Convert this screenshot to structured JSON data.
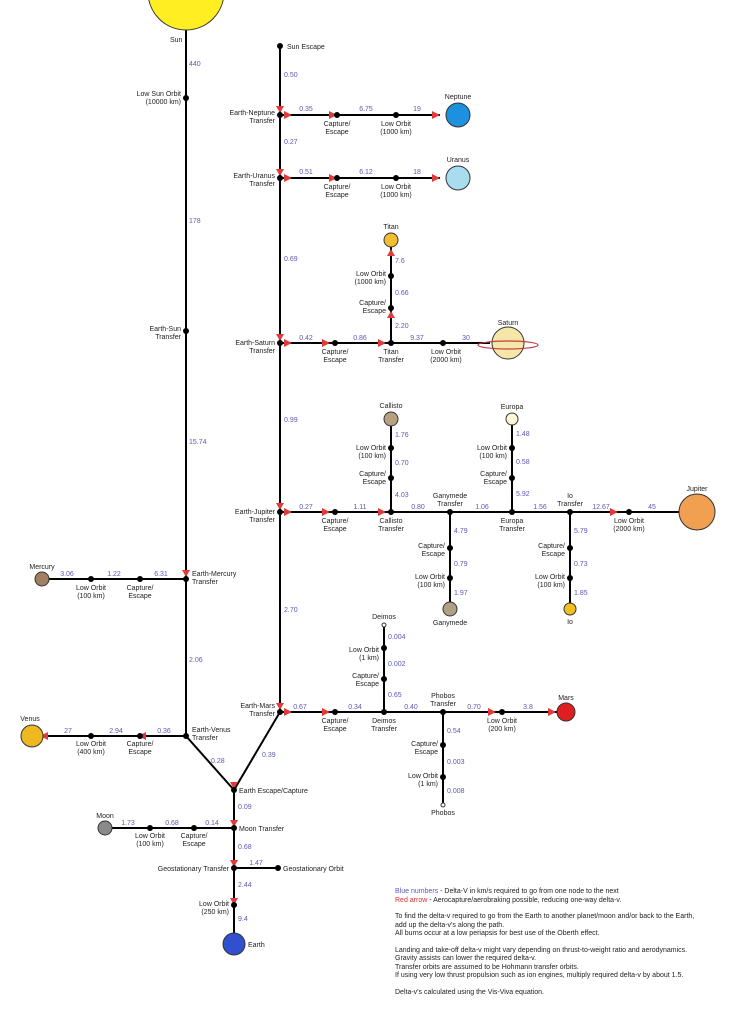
{
  "colors": {
    "dv": "#5a5ab8",
    "arrow": "#e03a3a",
    "edge": "#000000"
  },
  "bodies": {
    "sun": {
      "label": "Sun",
      "color": "#ffee22"
    },
    "neptune": {
      "label": "Neptune",
      "color": "#1e90e0"
    },
    "uranus": {
      "label": "Uranus",
      "color": "#a8dcee"
    },
    "titan": {
      "label": "Titan",
      "color": "#f0c030"
    },
    "saturn": {
      "label": "Saturn",
      "color": "#f6e6a8"
    },
    "callisto": {
      "label": "Callisto",
      "color": "#b8a080"
    },
    "europa": {
      "label": "Europa",
      "color": "#fff8d8"
    },
    "jupiter": {
      "label": "Jupiter",
      "color": "#f0a050"
    },
    "ganymede": {
      "label": "Ganymede",
      "color": "#b0a088"
    },
    "io": {
      "label": "Io",
      "color": "#f0c020"
    },
    "mercury": {
      "label": "Mercury",
      "color": "#a08060"
    },
    "deimos": {
      "label": "Deimos"
    },
    "mars": {
      "label": "Mars",
      "color": "#e02020"
    },
    "venus": {
      "label": "Venus",
      "color": "#f0b820"
    },
    "phobos": {
      "label": "Phobos"
    },
    "moon": {
      "label": "Moon",
      "color": "#8a8a8a"
    },
    "earth": {
      "label": "Earth",
      "color": "#3050d0"
    }
  },
  "labels": {
    "sun_escape": "Sun Escape",
    "low_sun_orbit": [
      "Low Sun Orbit",
      "(10000 km)"
    ],
    "earth_neptune": [
      "Earth-Neptune",
      "Transfer"
    ],
    "nep_capture": [
      "Capture/",
      "Escape"
    ],
    "nep_low": [
      "Low Orbit",
      "(1000 km)"
    ],
    "earth_uranus": [
      "Earth-Uranus",
      "Transfer"
    ],
    "ura_capture": [
      "Capture/",
      "Escape"
    ],
    "ura_low": [
      "Low Orbit",
      "(1000 km)"
    ],
    "titan_low": [
      "Low Orbit",
      "(1000 km)"
    ],
    "titan_capture": [
      "Capture/",
      "Escape"
    ],
    "earth_sun": [
      "Earth-Sun",
      "Transfer"
    ],
    "earth_saturn": [
      "Earth-Saturn",
      "Transfer"
    ],
    "sat_capture": [
      "Capture/",
      "Escape"
    ],
    "titan_transfer": [
      "Titan",
      "Transfer"
    ],
    "sat_low": [
      "Low Orbit",
      "(2000 km)"
    ],
    "cal_low": [
      "Low Orbit",
      "(100 km)"
    ],
    "cal_capture": [
      "Capture/",
      "Escape"
    ],
    "eur_low": [
      "Low Orbit",
      "(100 km)"
    ],
    "eur_capture": [
      "Capture/",
      "Escape"
    ],
    "earth_jupiter": [
      "Earth-Jupiter",
      "Transfer"
    ],
    "jup_capture": [
      "Capture/",
      "Escape"
    ],
    "callisto_transfer": [
      "Callisto",
      "Transfer"
    ],
    "ganymede_transfer": [
      "Ganymede",
      "Transfer"
    ],
    "europa_transfer": [
      "Europa",
      "Transfer"
    ],
    "io_transfer": [
      "Io",
      "Transfer"
    ],
    "jup_low": [
      "Low Orbit",
      "(2000 km)"
    ],
    "gan_capture": [
      "Capture/",
      "Escape"
    ],
    "gan_low": [
      "Low Orbit",
      "(100 km)"
    ],
    "io_capture": [
      "Capture/",
      "Escape"
    ],
    "io_low": [
      "Low Orbit",
      "(100 km)"
    ],
    "mer_low": [
      "Low Orbit",
      "(100 km)"
    ],
    "mer_capture": [
      "Capture/",
      "Escape"
    ],
    "earth_mercury": [
      "Earth-Mercury",
      "Transfer"
    ],
    "dei_low": [
      "Low Orbit",
      "(1 km)"
    ],
    "dei_capture": [
      "Capture/",
      "Escape"
    ],
    "earth_mars": [
      "Earth-Mars",
      "Transfer"
    ],
    "mars_capture": [
      "Capture/",
      "Escape"
    ],
    "deimos_transfer": [
      "Deimos",
      "Transfer"
    ],
    "phobos_transfer": [
      "Phobos",
      "Transfer"
    ],
    "mars_low": [
      "Low Orbit",
      "(200 km)"
    ],
    "ven_low": [
      "Low Orbit",
      "(400 km)"
    ],
    "ven_capture": [
      "Capture/",
      "Escape"
    ],
    "earth_venus": [
      "Earth-Venus",
      "Transfer"
    ],
    "pho_capture": [
      "Capture/",
      "Escape"
    ],
    "pho_low": [
      "Low Orbit",
      "(1 km)"
    ],
    "earth_escape": "Earth Escape/Capture",
    "moon_low": [
      "Low Orbit",
      "(100 km)"
    ],
    "moon_capture": [
      "Capture/",
      "Escape"
    ],
    "moon_transfer": "Moon Transfer",
    "geo_transfer": "Geostationary Transfer",
    "geo_orbit": "Geostationary Orbit",
    "earth_low": [
      "Low Orbit",
      "(250 km)"
    ]
  },
  "dv": {
    "sun_low": "440",
    "low_sun": "178",
    "sun_merc": "15.74",
    "sunesc_nep": "0.50",
    "nep_ura": "0.27",
    "ura_sat": "0.69",
    "sat_jup": "0.99",
    "jup_mars": "2.70",
    "nep_1": "0.35",
    "nep_2": "6.75",
    "nep_3": "19",
    "ura_1": "0.51",
    "ura_2": "6.12",
    "ura_3": "18",
    "tit_1": "7.6",
    "tit_2": "0.66",
    "tit_3": "2.20",
    "sat_1": "0.42",
    "sat_2": "0.86",
    "sat_3": "9.37",
    "sat_4": "30",
    "cal_1": "1.76",
    "cal_2": "0.70",
    "cal_3": "4.03",
    "eur_1": "1.48",
    "eur_2": "0.58",
    "eur_3": "5.92",
    "jup_1": "0.27",
    "jup_2": "1.11",
    "jup_3": "0.80",
    "jup_4": "1.06",
    "jup_5": "1.56",
    "jup_6": "12.67",
    "jup_7": "45",
    "gan_1": "4.79",
    "gan_2": "0.79",
    "gan_3": "1.97",
    "io_1": "5.79",
    "io_2": "0.73",
    "io_3": "1.85",
    "mer_1": "3.06",
    "mer_2": "1.22",
    "mer_3": "6.31",
    "merc_ven": "2.06",
    "dei_1": "0.004",
    "dei_2": "0.002",
    "dei_3": "0.65",
    "mars_1": "0.67",
    "mars_2": "0.34",
    "mars_3": "0.40",
    "mars_4": "0.70",
    "mars_5": "3.8",
    "pho_1": "0.54",
    "pho_2": "0.003",
    "pho_3": "0.008",
    "ven_1": "27",
    "ven_2": "2.94",
    "ven_3": "0.36",
    "ven_esc": "0.28",
    "mars_esc": "0.39",
    "esc_moon": "0.09",
    "moon_1": "1.73",
    "moon_2": "0.68",
    "moon_3": "0.14",
    "moon_geo": "0.68",
    "geo_orbit": "1.47",
    "geo_low": "2.44",
    "low_earth": "9.4"
  },
  "legend": {
    "blue_label": "Blue numbers",
    "blue_text": " - Delta-V in km/s required to go from one node to the next",
    "red_label": "Red arrow",
    "red_text": " - Aerocapture/aerobraking possible, reducing one-way delta-v.",
    "p2_1": "To find the delta-v required to go from the Earth to another planet/moon and/or back to the Earth,",
    "p2_2": "add up the delta-v's along the path.",
    "p2_3": "All burns occur at a low periapsis for best use of the Oberth effect.",
    "p3_1": "Landing and take-off delta-v might vary depending on thrust-to-weight ratio and aerodynamics.",
    "p3_2": "Gravity assists can lower the required delta-v.",
    "p3_3": "Transfer orbits are assumed to be Hohmann transfer orbits.",
    "p3_4": "If using very low thrust propulsion such as ion engines, multiply required delta-v by about 1.5.",
    "p4": "Delta-v's calculated using the Vis-Viva equation."
  }
}
